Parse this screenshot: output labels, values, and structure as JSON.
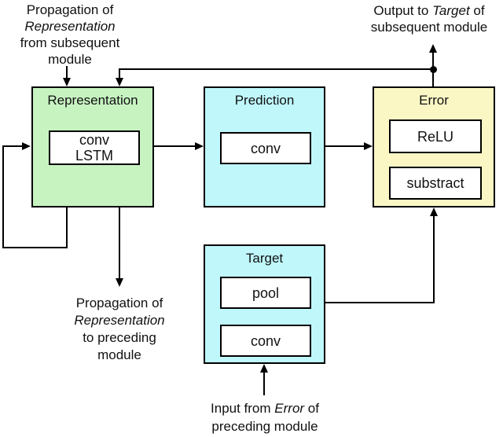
{
  "colors": {
    "representation_fill": "#c7f3c1",
    "prediction_fill": "#bff7fb",
    "target_fill": "#bff7fb",
    "error_fill": "#faf7c4",
    "inner_fill": "#ffffff",
    "line": "#000000"
  },
  "nodes": {
    "representation": {
      "title": "Representation",
      "ops": [
        "conv",
        "LSTM"
      ]
    },
    "prediction": {
      "title": "Prediction",
      "ops": [
        "conv"
      ]
    },
    "error": {
      "title": "Error",
      "ops": [
        "ReLU",
        "substract"
      ]
    },
    "target": {
      "title": "Target",
      "ops": [
        "pool",
        "conv"
      ]
    }
  },
  "annotations": {
    "top_left": {
      "lines": [
        [
          {
            "t": "Propagation of"
          }
        ],
        [
          {
            "t": "Representation",
            "i": true
          }
        ],
        [
          {
            "t": "from subsequent"
          }
        ],
        [
          {
            "t": "module"
          }
        ]
      ]
    },
    "top_right": {
      "lines": [
        [
          {
            "t": "Output to "
          },
          {
            "t": "Target",
            "i": true
          },
          {
            "t": " of"
          }
        ],
        [
          {
            "t": "subsequent module"
          }
        ]
      ]
    },
    "bottom_left": {
      "lines": [
        [
          {
            "t": "Propagation of"
          }
        ],
        [
          {
            "t": "Representation",
            "i": true
          }
        ],
        [
          {
            "t": "to preceding"
          }
        ],
        [
          {
            "t": "module"
          }
        ]
      ]
    },
    "bottom_center": {
      "lines": [
        [
          {
            "t": "Input from "
          },
          {
            "t": "Error",
            "i": true
          },
          {
            "t": " of"
          }
        ],
        [
          {
            "t": "preceding module"
          }
        ]
      ]
    }
  }
}
